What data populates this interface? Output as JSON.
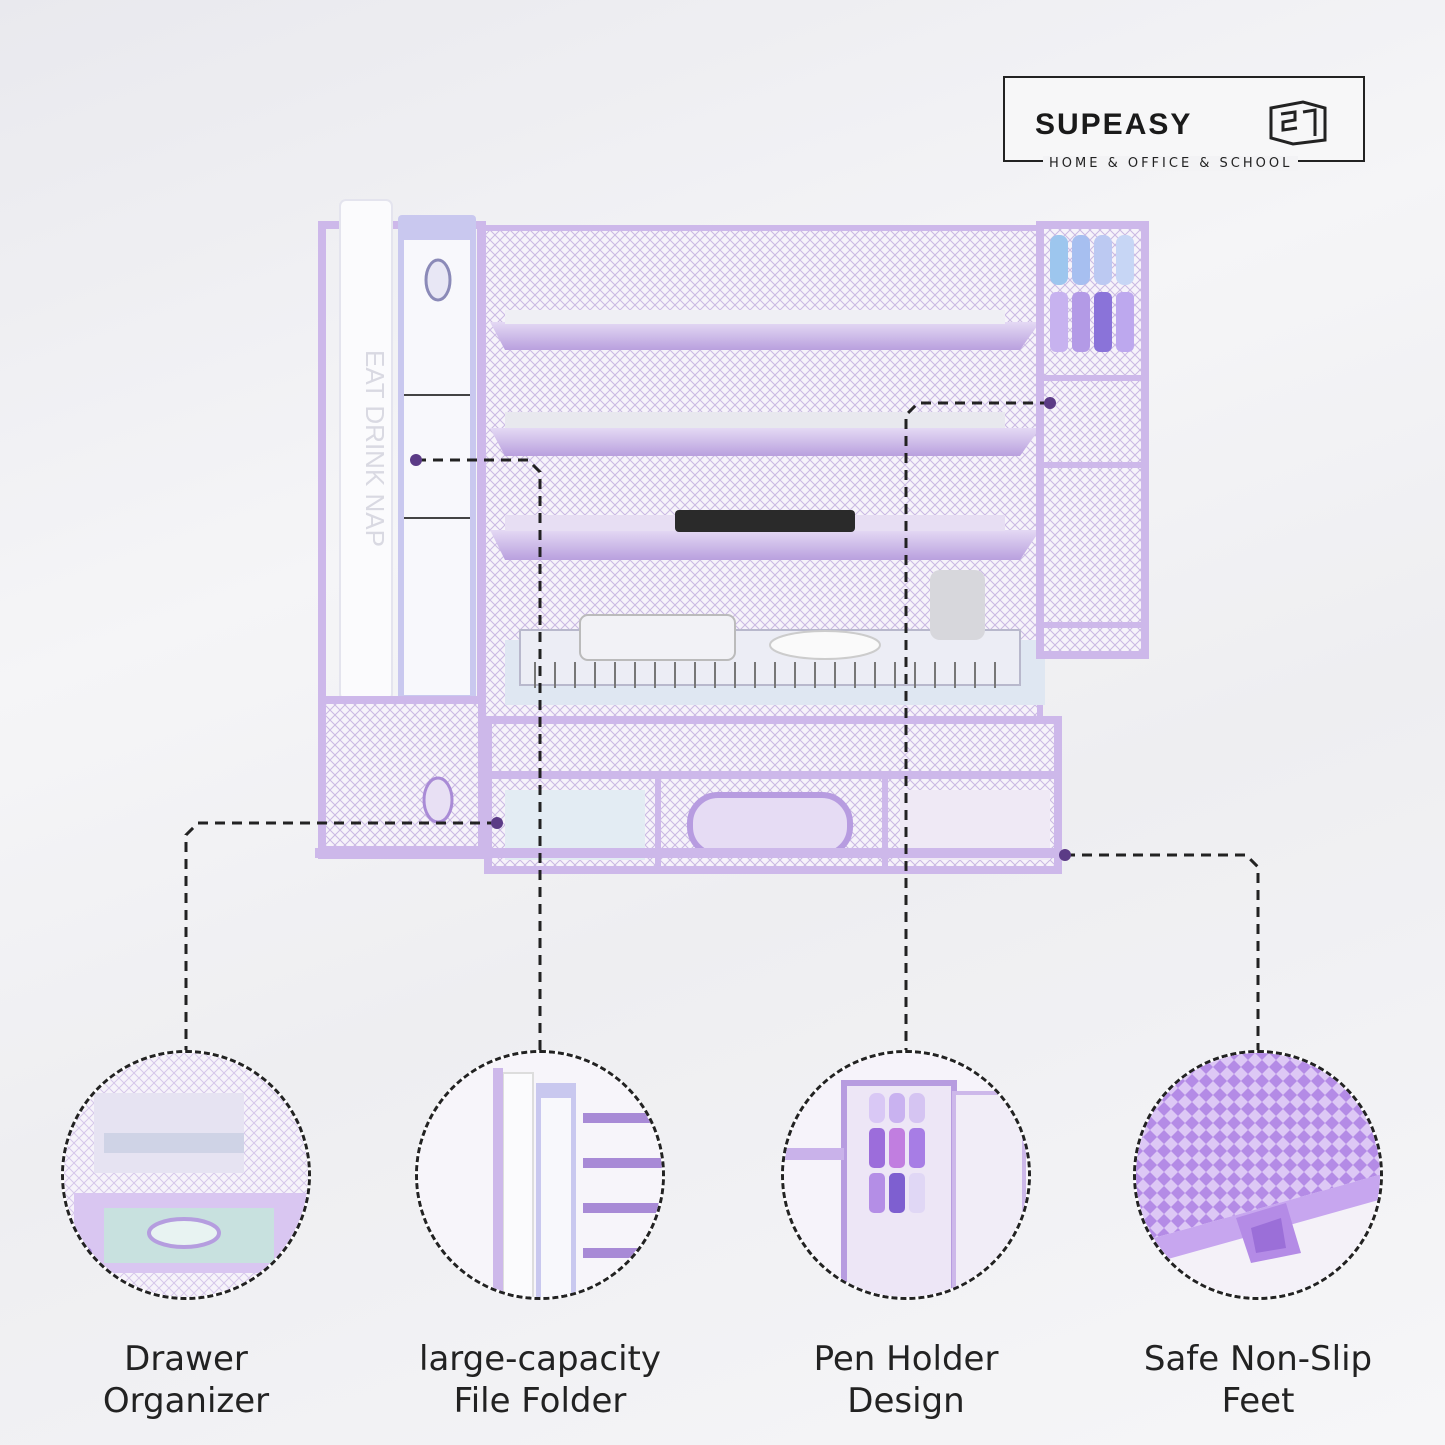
{
  "brand": {
    "name": "SUPEASY",
    "tagline": "HOME & OFFICE & SCHOOL"
  },
  "product": {
    "spine_text": "EAT DRINK NAP",
    "colors": {
      "frame": "#cdb8ea",
      "frame_dark": "#a98bd6",
      "mesh_bg": "#f4f1f8",
      "binder": "#c9c8ef",
      "accent": "#6c4c99"
    }
  },
  "features": [
    {
      "line1": "Drawer",
      "line2": "Organizer",
      "icon": "drawer-organizer-icon"
    },
    {
      "line1": "large-capacity",
      "line2": "File Folder",
      "icon": "file-folder-icon"
    },
    {
      "line1": "Pen Holder",
      "line2": "Design",
      "icon": "pen-holder-icon"
    },
    {
      "line1": "Safe Non-Slip",
      "line2": "Feet",
      "icon": "non-slip-feet-icon"
    }
  ]
}
